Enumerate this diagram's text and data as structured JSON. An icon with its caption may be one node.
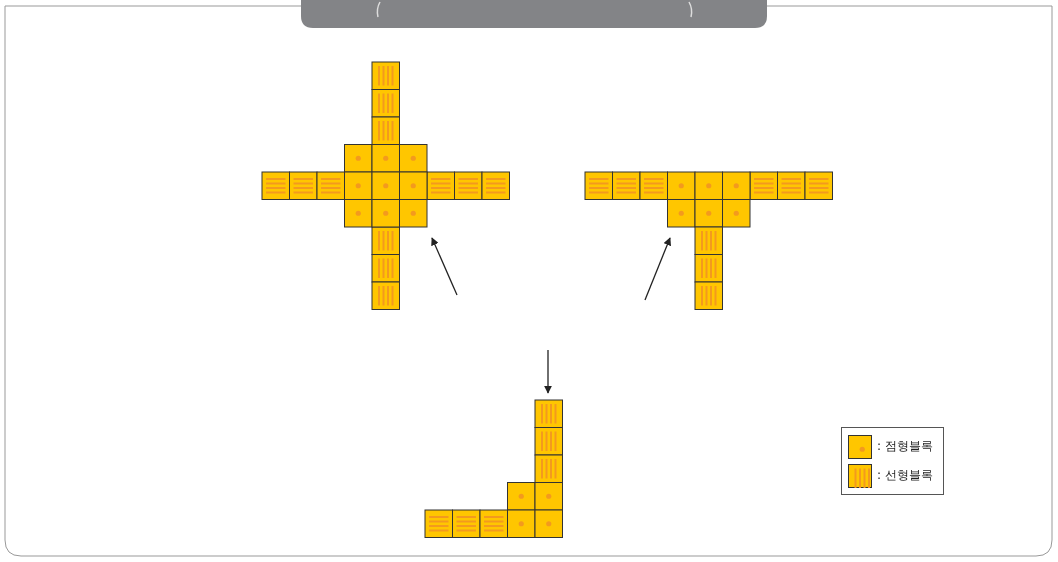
{
  "diagram": {
    "nodes": [
      {
        "text": [],
        "shape": "picture"
      },
      {
        "text": [],
        "shape": "picture"
      },
      {
        "text": [],
        "shape": "picture"
      }
    ],
    "edges": [
      {
        "from": null,
        "to": 0,
        "arrow": "to"
      },
      {
        "from": null,
        "to": 1,
        "arrow": "to"
      },
      {
        "from": null,
        "to": 2,
        "arrow": "to"
      }
    ],
    "legend": [
      {
        "text": ": 점형블록"
      },
      {
        "text": ": 선형블록"
      }
    ]
  }
}
